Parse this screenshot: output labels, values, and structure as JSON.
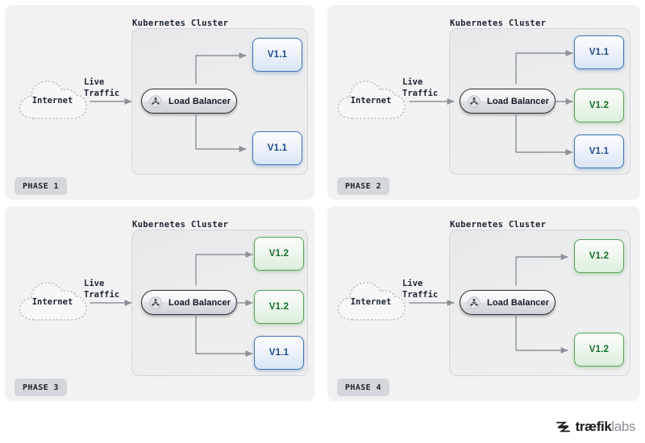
{
  "meta": {
    "cluster_label": "Kubernetes Cluster",
    "internet_label": "Internet",
    "traffic_line1": "Live",
    "traffic_line2": "Traffic",
    "load_balancer_label": "Load Balancer",
    "lb_icon": "kubernetes-node-icon",
    "cloud_icon": "cloud-icon",
    "arrow_icon": "arrow-right-icon"
  },
  "colors": {
    "page_bg": "#ffffff",
    "panel_bg": "#f2f2f3",
    "cluster_border": "#b9bec6",
    "cluster_bg": "#ecedee",
    "v11_border": "#3f73b8",
    "v11_text": "#1e4b8f",
    "v12_border": "#55a257",
    "v12_text": "#14702b",
    "badge_bg": "#d4d7db",
    "connector": "#8d9299",
    "text": "#1b2430"
  },
  "panels": [
    {
      "id": "phase-1",
      "phase_label": "PHASE 1",
      "cluster_label": "Kubernetes Cluster",
      "internet_label": "Internet",
      "traffic_label": "Live Traffic",
      "load_balancer_label": "Load Balancer",
      "nodes": [
        {
          "label": "V1.1",
          "version": "v1.1",
          "color": "blue"
        },
        {
          "label": "V1.1",
          "version": "v1.1",
          "color": "blue"
        }
      ]
    },
    {
      "id": "phase-2",
      "phase_label": "PHASE 2",
      "cluster_label": "Kubernetes Cluster",
      "internet_label": "Internet",
      "traffic_label": "Live Traffic",
      "load_balancer_label": "Load Balancer",
      "nodes": [
        {
          "label": "V1.1",
          "version": "v1.1",
          "color": "blue"
        },
        {
          "label": "V1.2",
          "version": "v1.2",
          "color": "green"
        },
        {
          "label": "V1.1",
          "version": "v1.1",
          "color": "blue"
        }
      ]
    },
    {
      "id": "phase-3",
      "phase_label": "PHASE 3",
      "cluster_label": "Kubernetes Cluster",
      "internet_label": "Internet",
      "traffic_label": "Live Traffic",
      "load_balancer_label": "Load Balancer",
      "nodes": [
        {
          "label": "V1.2",
          "version": "v1.2",
          "color": "green"
        },
        {
          "label": "V1.2",
          "version": "v1.2",
          "color": "green"
        },
        {
          "label": "V1.1",
          "version": "v1.1",
          "color": "blue"
        }
      ]
    },
    {
      "id": "phase-4",
      "phase_label": "PHASE 4",
      "cluster_label": "Kubernetes Cluster",
      "internet_label": "Internet",
      "traffic_label": "Live Traffic",
      "load_balancer_label": "Load Balancer",
      "nodes": [
        {
          "label": "V1.2",
          "version": "v1.2",
          "color": "green"
        },
        {
          "label": "V1.2",
          "version": "v1.2",
          "color": "green"
        }
      ]
    }
  ],
  "footer": {
    "logo_mark": "traefik-labs-mark-icon",
    "logo_bold": "træfik",
    "logo_light": "labs"
  }
}
